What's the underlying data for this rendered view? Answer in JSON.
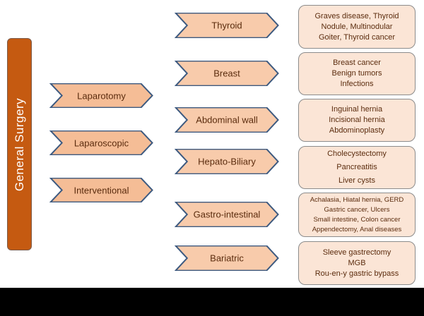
{
  "root": {
    "label": "General  Surgery"
  },
  "approaches": [
    {
      "label": "Laparotomy"
    },
    {
      "label": "Laparoscopic"
    },
    {
      "label": "Interventional"
    }
  ],
  "specialties": [
    {
      "label": "Thyroid",
      "conditions": [
        "Graves disease, Thyroid",
        "Nodule, Multinodular",
        "Goiter, Thyroid cancer"
      ]
    },
    {
      "label": "Breast",
      "conditions": [
        "Breast cancer",
        "Benign tumors",
        "Infections"
      ]
    },
    {
      "label": "Abdominal wall",
      "conditions": [
        "Inguinal hernia",
        "Incisional hernia",
        "Abdominoplasty"
      ]
    },
    {
      "label": "Hepato-Biliary",
      "conditions": [
        "Cholecystectomy",
        "Pancreatitis",
        "Liver cysts"
      ]
    },
    {
      "label": "Gastro-intestinal",
      "conditions": [
        "Achalasia, Hiatal hernia, GERD",
        "Gastric cancer, Ulcers",
        "Small intestine, Colon cancer",
        "Appendectomy, Anal diseases"
      ]
    },
    {
      "label": "Bariatric",
      "conditions": [
        "Sleeve gastrectomy",
        "MGB",
        "Rou-en-y gastric bypass"
      ]
    }
  ],
  "colors": {
    "bar": "#c55a11",
    "chevron_fill": "#f5bd96",
    "chevron_stroke": "#3d5a80",
    "box_fill": "#fbe5d6",
    "text": "#5b2c0e"
  }
}
